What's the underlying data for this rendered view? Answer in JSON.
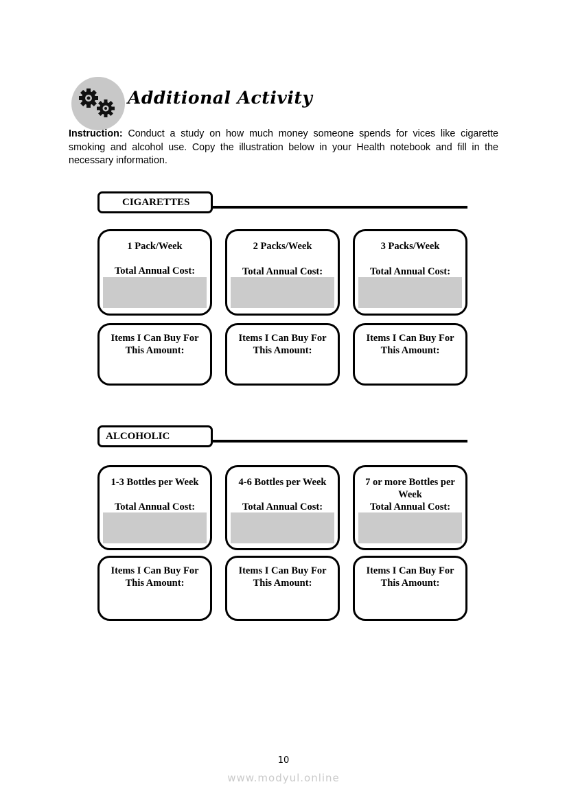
{
  "header": {
    "title": "Additional Activity",
    "icon": "gears-icon"
  },
  "instruction": {
    "label": "Instruction:",
    "text": " Conduct a study on how much money someone spends for vices like cigarette smoking and alcohol use.  Copy the illustration below in your Health notebook and fill in the necessary information."
  },
  "cigarettes": {
    "tab": "CIGARETTES",
    "cost_boxes": [
      {
        "label": "1 Pack/Week",
        "sub": "Total Annual Cost:"
      },
      {
        "label": "2 Packs/Week",
        "sub": "Total Annual Cost:"
      },
      {
        "label": "3 Packs/Week",
        "sub": "Total Annual Cost:"
      }
    ],
    "item_boxes": [
      {
        "line1": "Items I Can Buy For",
        "line2": "This Amount:"
      },
      {
        "line1": "Items I Can Buy For",
        "line2": "This Amount:"
      },
      {
        "line1": "Items I Can Buy For",
        "line2": "This Amount:"
      }
    ]
  },
  "alcoholic": {
    "tab": "ALCOHOLIC",
    "cost_boxes": [
      {
        "label": "1-3 Bottles per Week",
        "sub": "Total Annual Cost:"
      },
      {
        "label": "4-6 Bottles per Week",
        "sub": "Total Annual Cost:"
      },
      {
        "label": "7 or more Bottles per Week",
        "sub": "Total Annual Cost:"
      }
    ],
    "item_boxes": [
      {
        "line1": "Items I Can Buy For",
        "line2": "This Amount:"
      },
      {
        "line1": "Items I Can Buy For",
        "line2": "This Amount:"
      },
      {
        "line1": "Items I Can Buy For",
        "line2": "This Amount:"
      }
    ]
  },
  "footer": {
    "page_number": "10",
    "watermark": "www.modyul.online"
  },
  "colors": {
    "fill_gray": "#cbcbcb",
    "icon_circle": "#c8c8c8",
    "watermark": "#c9c9c9"
  }
}
